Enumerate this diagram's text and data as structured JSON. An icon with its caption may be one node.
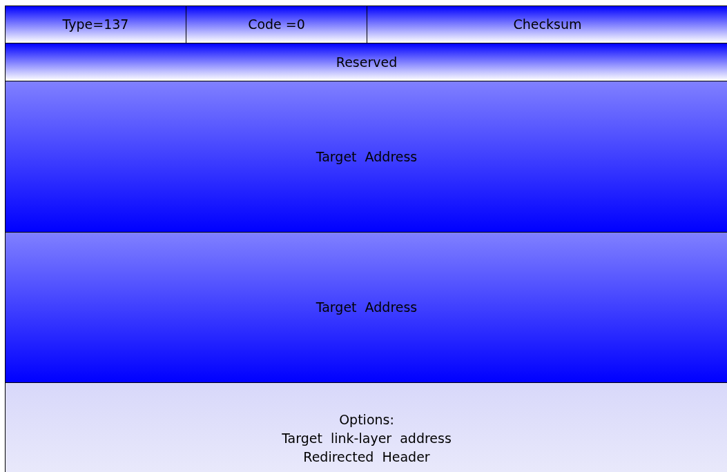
{
  "diagram": {
    "nodes": [
      {
        "text": [
          "Type=137"
        ]
      },
      {
        "text": [
          "Code =0"
        ]
      },
      {
        "text": [
          "Checksum"
        ]
      },
      {
        "text": [
          "Reserved"
        ]
      },
      {
        "text": [
          "Target  Address"
        ]
      },
      {
        "text": [
          "Target  Address"
        ]
      },
      {
        "text": [
          "Options:",
          "Target  link-layer  address",
          "Redirected  Header"
        ]
      }
    ]
  }
}
